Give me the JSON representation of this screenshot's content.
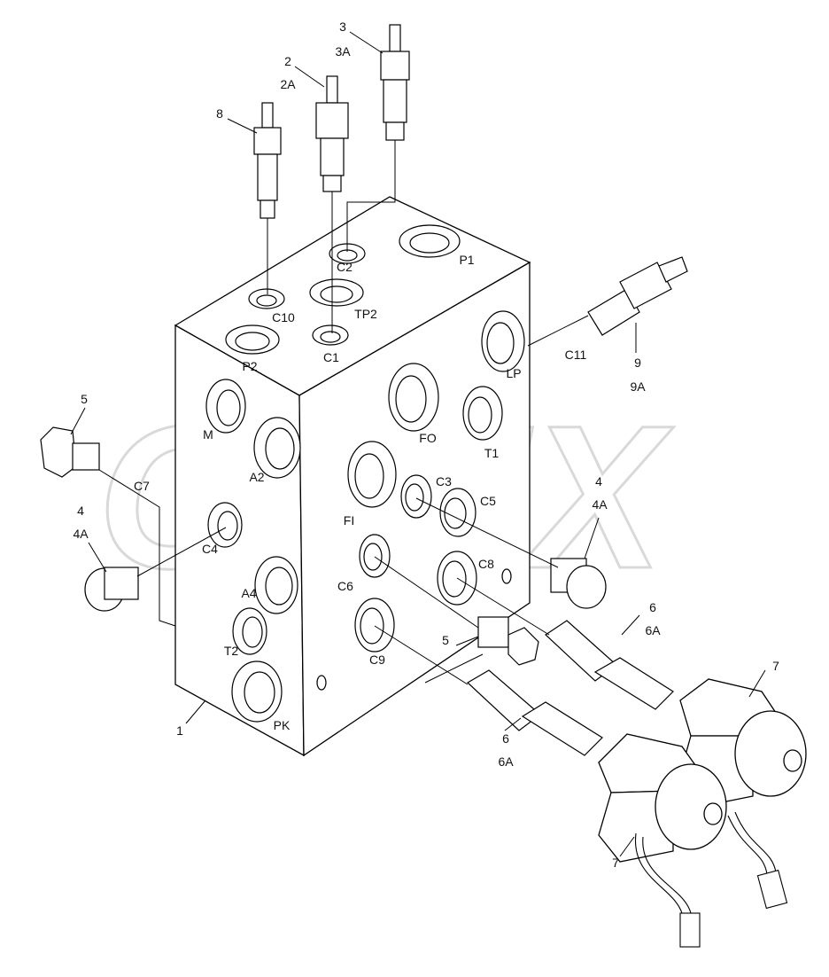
{
  "watermark": "OPEX",
  "labels": [
    {
      "id": "callout-3",
      "text": "3"
    },
    {
      "id": "callout-3a",
      "text": "3A"
    },
    {
      "id": "callout-2",
      "text": "2"
    },
    {
      "id": "callout-2a",
      "text": "2A"
    },
    {
      "id": "callout-8",
      "text": "8"
    },
    {
      "id": "port-c2",
      "text": "C2"
    },
    {
      "id": "port-p1",
      "text": "P1"
    },
    {
      "id": "port-c10",
      "text": "C10"
    },
    {
      "id": "port-tp2",
      "text": "TP2"
    },
    {
      "id": "port-c1",
      "text": "C1"
    },
    {
      "id": "port-p2",
      "text": "P2"
    },
    {
      "id": "port-c11",
      "text": "C11"
    },
    {
      "id": "callout-9",
      "text": "9"
    },
    {
      "id": "callout-9a",
      "text": "9A"
    },
    {
      "id": "port-lp",
      "text": "LP"
    },
    {
      "id": "callout-5-left",
      "text": "5"
    },
    {
      "id": "port-m",
      "text": "M"
    },
    {
      "id": "port-fo",
      "text": "FO"
    },
    {
      "id": "port-t1",
      "text": "T1"
    },
    {
      "id": "port-a2",
      "text": "A2"
    },
    {
      "id": "port-c7",
      "text": "C7"
    },
    {
      "id": "port-c3",
      "text": "C3"
    },
    {
      "id": "callout-4-right",
      "text": "4"
    },
    {
      "id": "callout-4a-right",
      "text": "4A"
    },
    {
      "id": "port-c5",
      "text": "C5"
    },
    {
      "id": "callout-4-left",
      "text": "4"
    },
    {
      "id": "callout-4a-left",
      "text": "4A"
    },
    {
      "id": "port-fi",
      "text": "FI"
    },
    {
      "id": "port-c4",
      "text": "C4"
    },
    {
      "id": "port-c8",
      "text": "C8"
    },
    {
      "id": "port-c6",
      "text": "C6"
    },
    {
      "id": "port-a4",
      "text": "A4"
    },
    {
      "id": "callout-6-upper",
      "text": "6"
    },
    {
      "id": "callout-6a-upper",
      "text": "6A"
    },
    {
      "id": "callout-5-center",
      "text": "5"
    },
    {
      "id": "port-t2",
      "text": "T2"
    },
    {
      "id": "port-c9",
      "text": "C9"
    },
    {
      "id": "callout-7-upper",
      "text": "7"
    },
    {
      "id": "callout-1",
      "text": "1"
    },
    {
      "id": "port-pk",
      "text": "PK"
    },
    {
      "id": "callout-6-lower",
      "text": "6"
    },
    {
      "id": "callout-6a-lower",
      "text": "6A"
    },
    {
      "id": "callout-7-lower",
      "text": "7"
    }
  ]
}
